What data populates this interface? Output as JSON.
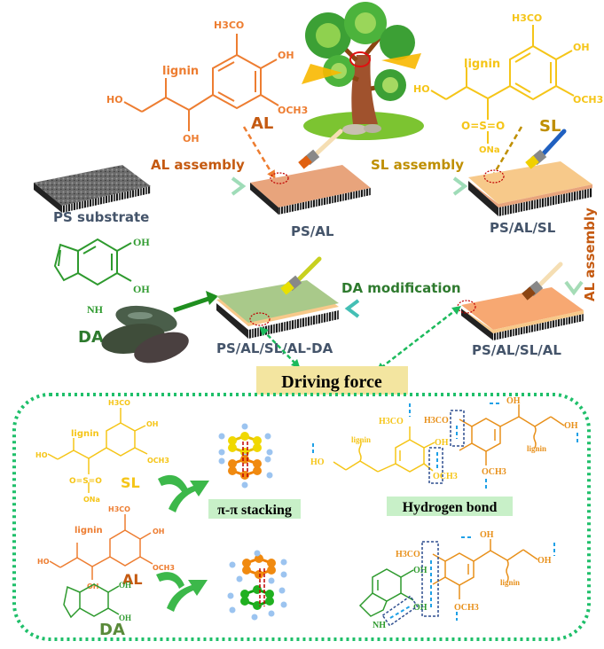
{
  "top": {
    "al_molecule": {
      "label": "AL",
      "lignin": "lignin",
      "groups": {
        "h3co": "H3CO",
        "oh_ring": "OH",
        "och3": "OCH3",
        "ho_chain": "HO",
        "oh_chain": "OH"
      }
    },
    "sl_molecule": {
      "label": "SL",
      "lignin": "lignin",
      "groups": {
        "h3co": "H3CO",
        "oh_ring": "OH",
        "och3": "OCH3",
        "ho_chain": "HO",
        "so3": "O=S=O",
        "ona": "ONa"
      }
    },
    "da_molecule": {
      "label": "DA",
      "groups": {
        "oh1": "OH",
        "oh2": "OH",
        "nh": "NH"
      }
    }
  },
  "steps": {
    "ps_substrate": "PS substrate",
    "ps_al": "PS/AL",
    "ps_al_sl": "PS/AL/SL",
    "ps_al_sl_al": "PS/AL/SL/AL",
    "ps_al_sl_al_da": "PS/AL/SL/AL-DA"
  },
  "arrows": {
    "al_assembly_1": "AL assembly",
    "sl_assembly": "SL assembly",
    "al_assembly_2": "AL assembly",
    "da_modification": "DA modification"
  },
  "driving_force": {
    "title": "Driving force",
    "pi_pi": "π-π stacking",
    "hbond": "Hydrogen bond",
    "sl_label": "SL",
    "al_label": "AL",
    "da_label": "DA",
    "lignin": "lignin"
  },
  "colors": {
    "al": "#ed7d31",
    "al_dark": "#c55a11",
    "sl": "#f5c518",
    "sl_dark": "#bf8f00",
    "da": "#2e9a2e",
    "step_text": "#44546a",
    "arrow_teal": "#5bc0b0",
    "dotted_border": "#1fbf6a",
    "driving_bg": "#f3e5a0",
    "label_bg": "#c8f0c8",
    "hbond_blue": "#1ea0e6",
    "box_navy": "#2f4f8f"
  }
}
